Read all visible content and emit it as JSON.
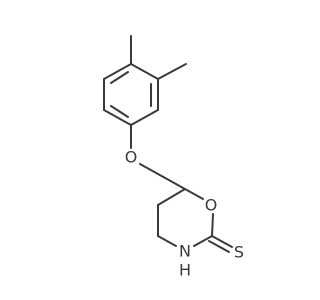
{
  "molecule": {
    "atoms": {
      "oxygen_ether": "O",
      "oxygen_ring": "O",
      "nitrogen_ring": "N",
      "hydrogen_on_nitrogen": "H",
      "sulfur_thione": "S"
    }
  },
  "colors": {
    "bond": "#3a3a3a",
    "background": "#ffffff"
  }
}
